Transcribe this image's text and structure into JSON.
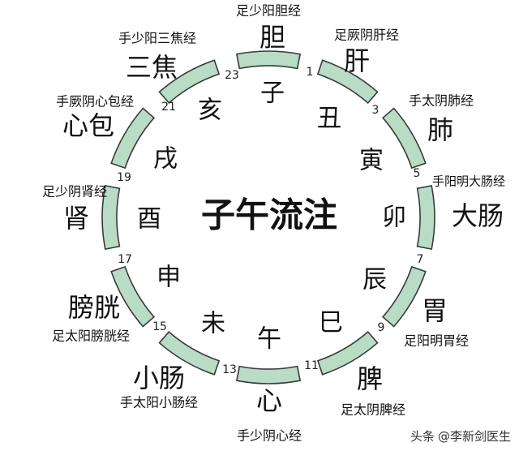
{
  "center_title": "子午流注",
  "segment_color": "#b8dcc6",
  "segment_stroke": "#3a3a3a",
  "branches": [
    {
      "id": "zi",
      "char": "子"
    },
    {
      "id": "chou",
      "char": "丑"
    },
    {
      "id": "yin",
      "char": "寅"
    },
    {
      "id": "mao",
      "char": "卯"
    },
    {
      "id": "chen",
      "char": "辰"
    },
    {
      "id": "si",
      "char": "巳"
    },
    {
      "id": "wu",
      "char": "午"
    },
    {
      "id": "wei",
      "char": "未"
    },
    {
      "id": "shen",
      "char": "申"
    },
    {
      "id": "you",
      "char": "酉"
    },
    {
      "id": "xu",
      "char": "戌"
    },
    {
      "id": "hai",
      "char": "亥"
    }
  ],
  "hours": [
    "23",
    "1",
    "3",
    "5",
    "7",
    "9",
    "11",
    "13",
    "15",
    "17",
    "19",
    "21"
  ],
  "organs": [
    {
      "id": "gallbladder",
      "organ": "胆",
      "meridian": "足少阳胆经"
    },
    {
      "id": "liver",
      "organ": "肝",
      "meridian": "足厥阴肝经"
    },
    {
      "id": "lung",
      "organ": "肺",
      "meridian": "手太阴肺经"
    },
    {
      "id": "large-intestine",
      "organ": "大肠",
      "meridian": "手阳明大肠经"
    },
    {
      "id": "stomach",
      "organ": "胃",
      "meridian": "足阳明胃经"
    },
    {
      "id": "spleen",
      "organ": "脾",
      "meridian": "足太阴脾经"
    },
    {
      "id": "heart",
      "organ": "心",
      "meridian": "手少阴心经"
    },
    {
      "id": "small-intestine",
      "organ": "小肠",
      "meridian": "手太阳小肠经"
    },
    {
      "id": "bladder",
      "organ": "膀胱",
      "meridian": "足太阳膀胱经"
    },
    {
      "id": "kidney",
      "organ": "肾",
      "meridian": "足少阴肾经"
    },
    {
      "id": "pericardium",
      "organ": "心包",
      "meridian": "手厥阴心包经"
    },
    {
      "id": "triple-burner",
      "organ": "三焦",
      "meridian": "手少阳三焦经"
    }
  ],
  "watermark": {
    "prefix": "头条",
    "handle": "@李新剑医生"
  }
}
